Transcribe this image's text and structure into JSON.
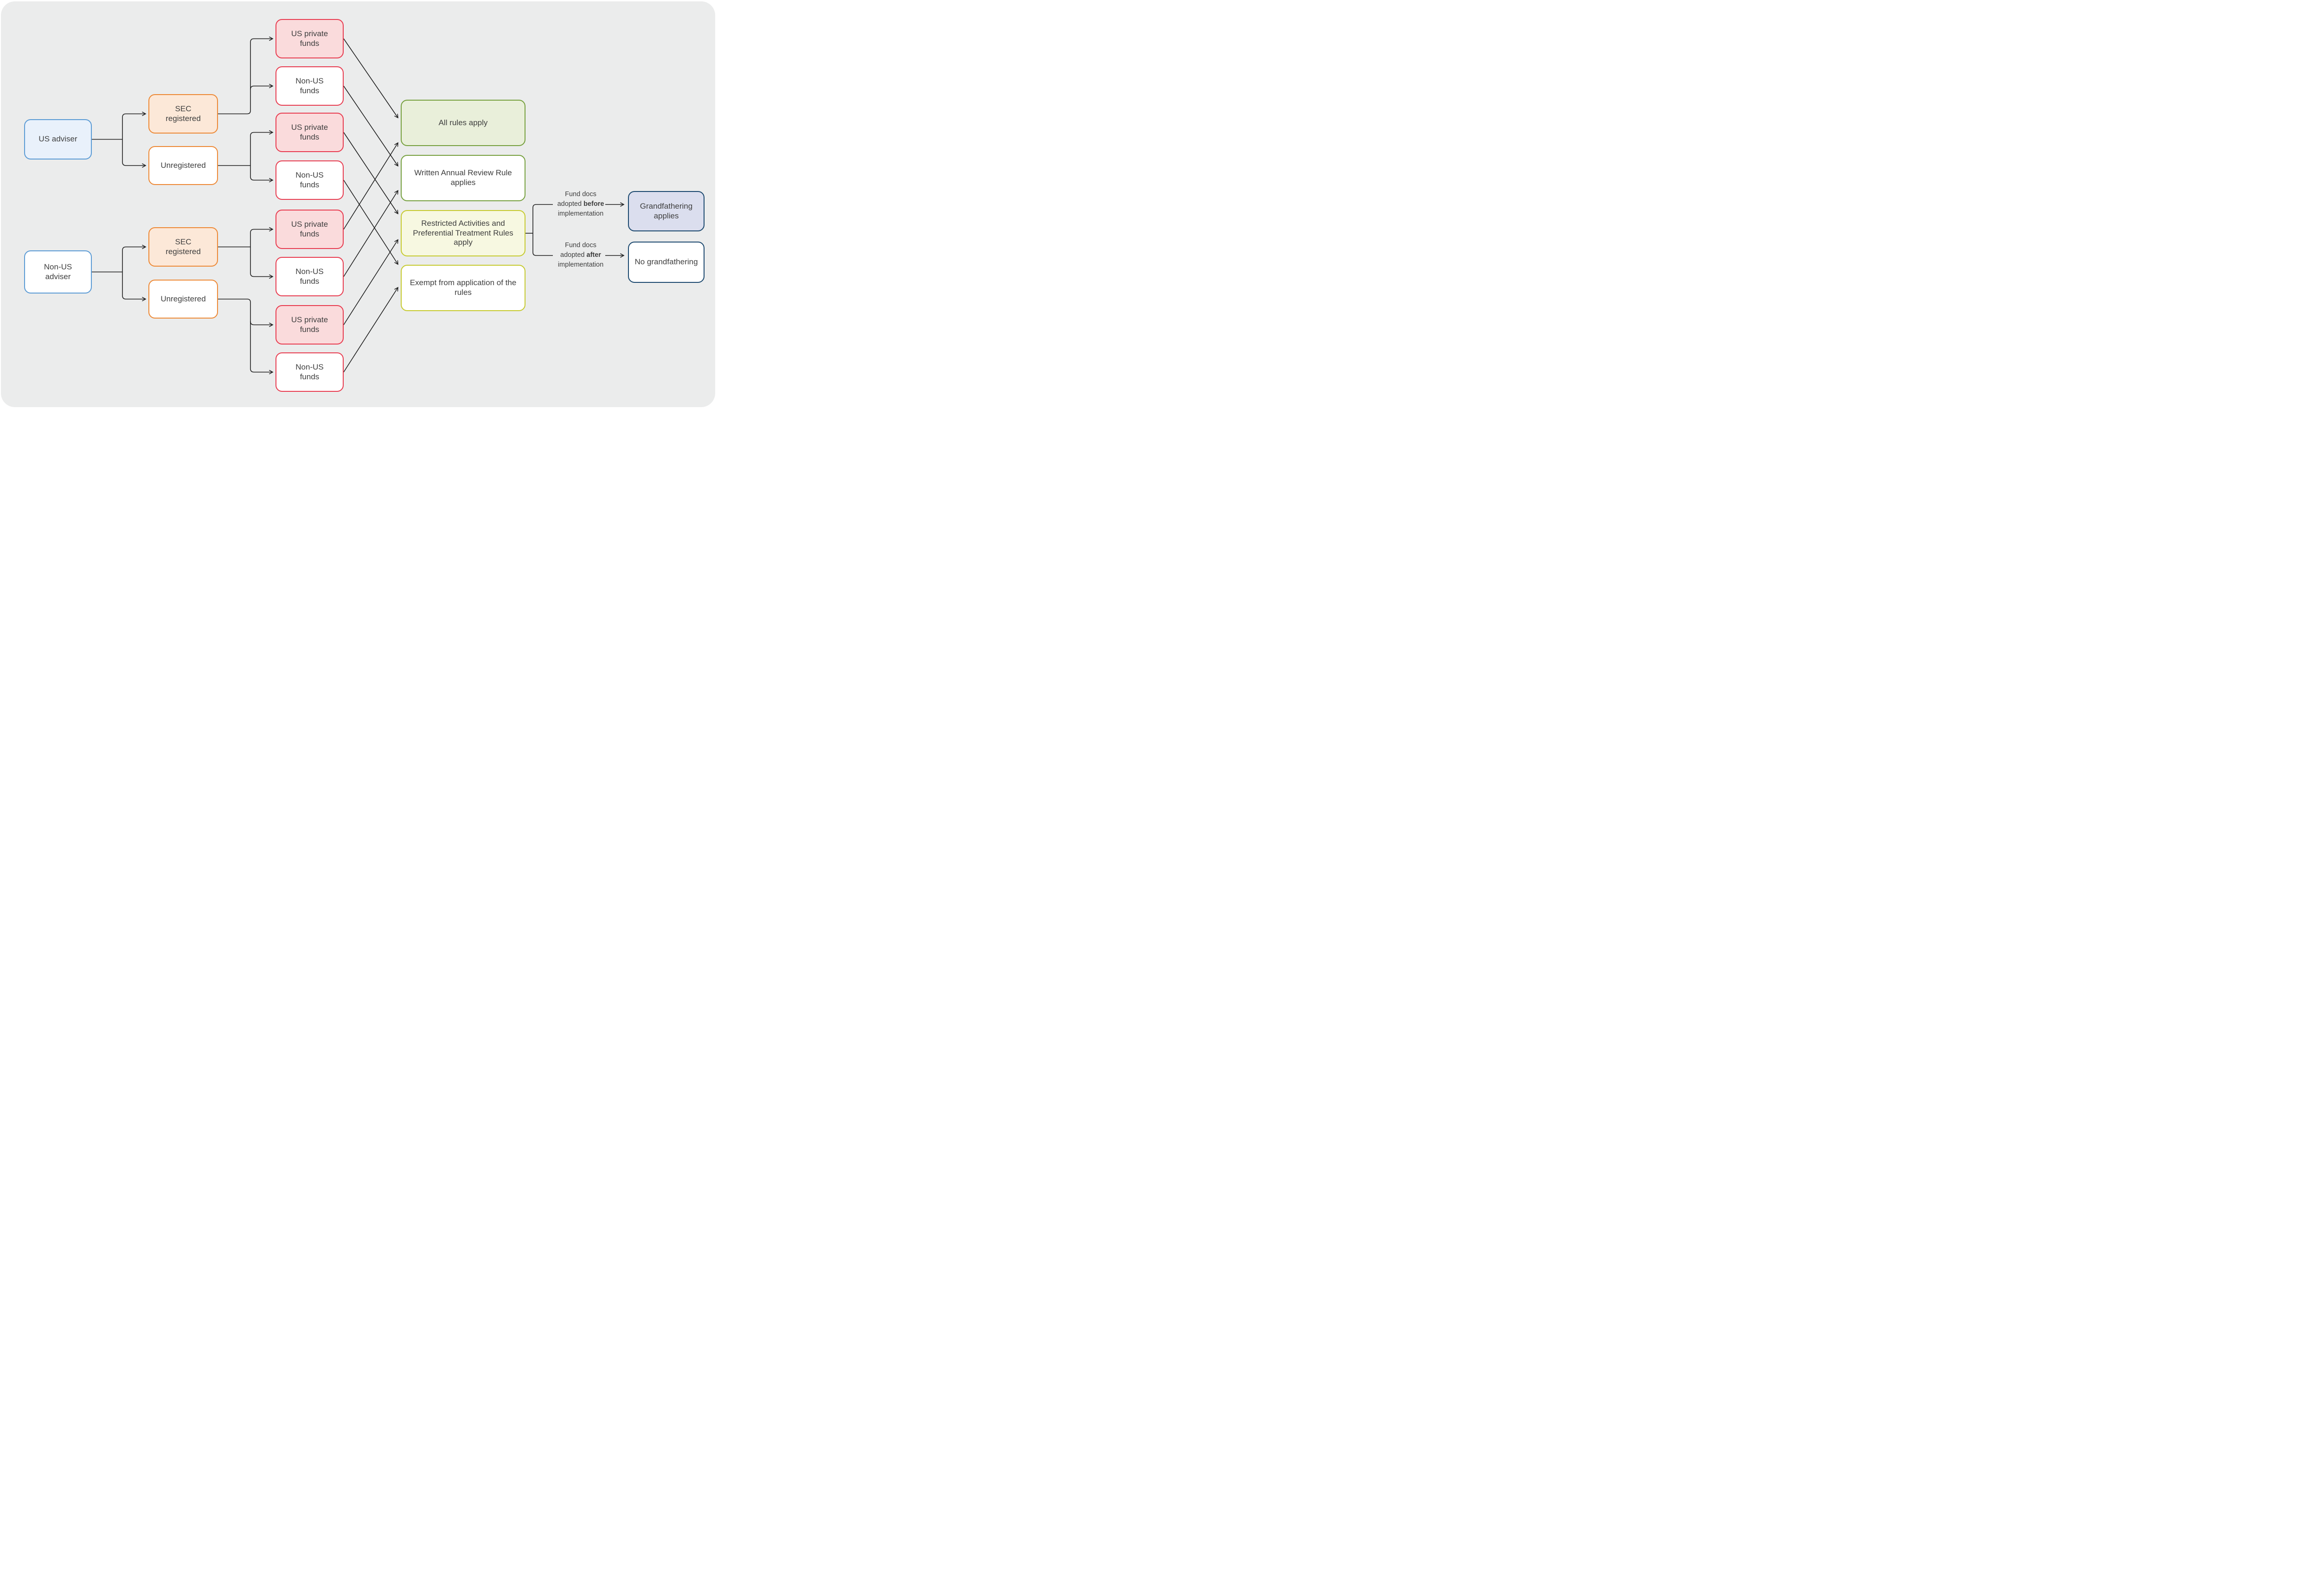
{
  "canvas": {
    "background": "#ebecec",
    "page_background": "#ffffff",
    "line_color": "#1f1f1f",
    "text_color": "#3e3e3e"
  },
  "colors": {
    "blue_border": "#5b9bd5",
    "blue_fill": "#e9f1fb",
    "orange_border": "#ed8936",
    "orange_fill": "#fce8d8",
    "red_border": "#e83c50",
    "red_fill": "#fadbdc",
    "green_border": "#76a03e",
    "green_fill": "#e9efda",
    "lime_border": "#c6ca2f",
    "lime_fill": "#f7f8e1",
    "navy_border": "#1b486e",
    "lavender_fill": "#dbdeee"
  },
  "nodes": {
    "us_adviser": {
      "label": "US adviser"
    },
    "non_us_adviser": {
      "label": "Non-US adviser"
    },
    "sec_registered_1": {
      "label": "SEC registered"
    },
    "unregistered_1": {
      "label": "Unregistered"
    },
    "sec_registered_2": {
      "label": "SEC registered"
    },
    "unregistered_2": {
      "label": "Unregistered"
    },
    "us_private_funds_1": {
      "label": "US private funds"
    },
    "non_us_funds_1": {
      "label": "Non-US funds"
    },
    "us_private_funds_2": {
      "label": "US private funds"
    },
    "non_us_funds_2": {
      "label": "Non-US funds"
    },
    "us_private_funds_3": {
      "label": "US private funds"
    },
    "non_us_funds_3": {
      "label": "Non-US funds"
    },
    "us_private_funds_4": {
      "label": "US private funds"
    },
    "non_us_funds_4": {
      "label": "Non-US funds"
    },
    "all_rules": {
      "label": "All rules apply"
    },
    "written_review": {
      "label": "Written Annual Review Rule applies"
    },
    "restricted": {
      "label": "Restricted Activities and Preferential Treatment Rules apply"
    },
    "exempt": {
      "label": "Exempt from application of the rules"
    },
    "grandfathering": {
      "label": "Grandfathering applies"
    },
    "no_grandfathering": {
      "label": "No grandfathering"
    }
  },
  "branch_labels": {
    "before": {
      "line1": "Fund docs",
      "line2_normal": "adopted ",
      "line2_bold": "before",
      "line3": "implementation"
    },
    "after": {
      "line1": "Fund docs",
      "line2_normal": "adopted ",
      "line2_bold": "after",
      "line3": "implementation"
    }
  },
  "edges": [
    {
      "from": "us_adviser",
      "to": "sec_registered_1"
    },
    {
      "from": "us_adviser",
      "to": "unregistered_1"
    },
    {
      "from": "non_us_adviser",
      "to": "sec_registered_2"
    },
    {
      "from": "non_us_adviser",
      "to": "unregistered_2"
    },
    {
      "from": "sec_registered_1",
      "to": "us_private_funds_1"
    },
    {
      "from": "sec_registered_1",
      "to": "non_us_funds_1"
    },
    {
      "from": "unregistered_1",
      "to": "us_private_funds_2"
    },
    {
      "from": "unregistered_1",
      "to": "non_us_funds_2"
    },
    {
      "from": "sec_registered_2",
      "to": "us_private_funds_3"
    },
    {
      "from": "sec_registered_2",
      "to": "non_us_funds_3"
    },
    {
      "from": "unregistered_2",
      "to": "us_private_funds_4"
    },
    {
      "from": "unregistered_2",
      "to": "non_us_funds_4"
    },
    {
      "from": "us_private_funds_1",
      "to": "all_rules"
    },
    {
      "from": "non_us_funds_1",
      "to": "written_review"
    },
    {
      "from": "us_private_funds_2",
      "to": "restricted"
    },
    {
      "from": "non_us_funds_2",
      "to": "exempt"
    },
    {
      "from": "us_private_funds_3",
      "to": "all_rules"
    },
    {
      "from": "non_us_funds_3",
      "to": "written_review"
    },
    {
      "from": "us_private_funds_4",
      "to": "restricted"
    },
    {
      "from": "non_us_funds_4",
      "to": "exempt"
    },
    {
      "from": "restricted",
      "to": "grandfathering",
      "via": "before"
    },
    {
      "from": "restricted",
      "to": "no_grandfathering",
      "via": "after"
    }
  ]
}
